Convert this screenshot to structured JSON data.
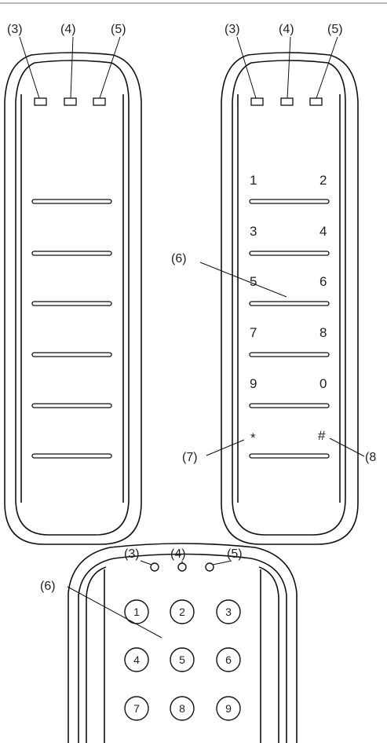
{
  "callouts": {
    "led_red": "(3)",
    "led_amber": "(4)",
    "led_green": "(5)",
    "keypad": "(6)",
    "star_key": "(7)",
    "hash_key": "(8"
  },
  "keypad_panel": {
    "rows": [
      [
        "1",
        "2"
      ],
      [
        "3",
        "4"
      ],
      [
        "5",
        "6"
      ],
      [
        "7",
        "8"
      ],
      [
        "9",
        "0"
      ],
      [
        "*",
        "#"
      ]
    ]
  },
  "round_keypad": {
    "buttons": [
      "1",
      "2",
      "3",
      "4",
      "5",
      "6",
      "7",
      "8",
      "9"
    ]
  }
}
